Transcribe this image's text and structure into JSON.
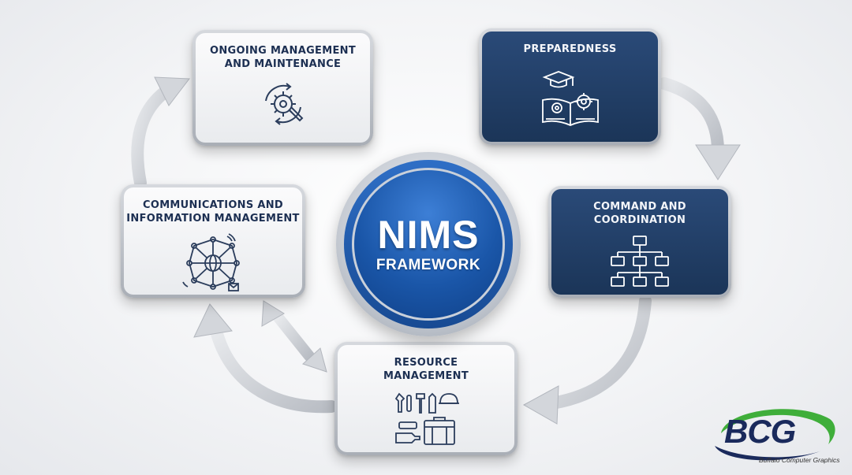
{
  "hub": {
    "title": "NIMS",
    "subtitle": "FRAMEWORK"
  },
  "cards": {
    "ongoing": {
      "title": "ONGOING MANAGEMENT\nAND MAINTENANCE",
      "icon": "gear-cycle-icon",
      "style": "light"
    },
    "preparedness": {
      "title": "PREPAREDNESS",
      "icon": "graduation-book-icon",
      "style": "dark"
    },
    "communications": {
      "title": "COMMUNICATIONS AND\nINFORMATION MANAGEMENT",
      "icon": "network-globe-icon",
      "style": "light"
    },
    "command": {
      "title": "COMMAND AND\nCOORDINATION",
      "icon": "org-chart-icon",
      "style": "dark"
    },
    "resource": {
      "title": "RESOURCE\nMANAGEMENT",
      "icon": "tools-icon",
      "style": "light"
    }
  },
  "logo": {
    "text": "BCG",
    "tagline": "Buffalo Computer Graphics",
    "swoosh_color": "#3fae3a",
    "text_color": "#1a2a5c"
  },
  "colors": {
    "dark_card": "#1f3a63",
    "light_card": "#f1f2f4",
    "hub_blue": "#1a56a8",
    "arrow": "#c9ccd1"
  }
}
